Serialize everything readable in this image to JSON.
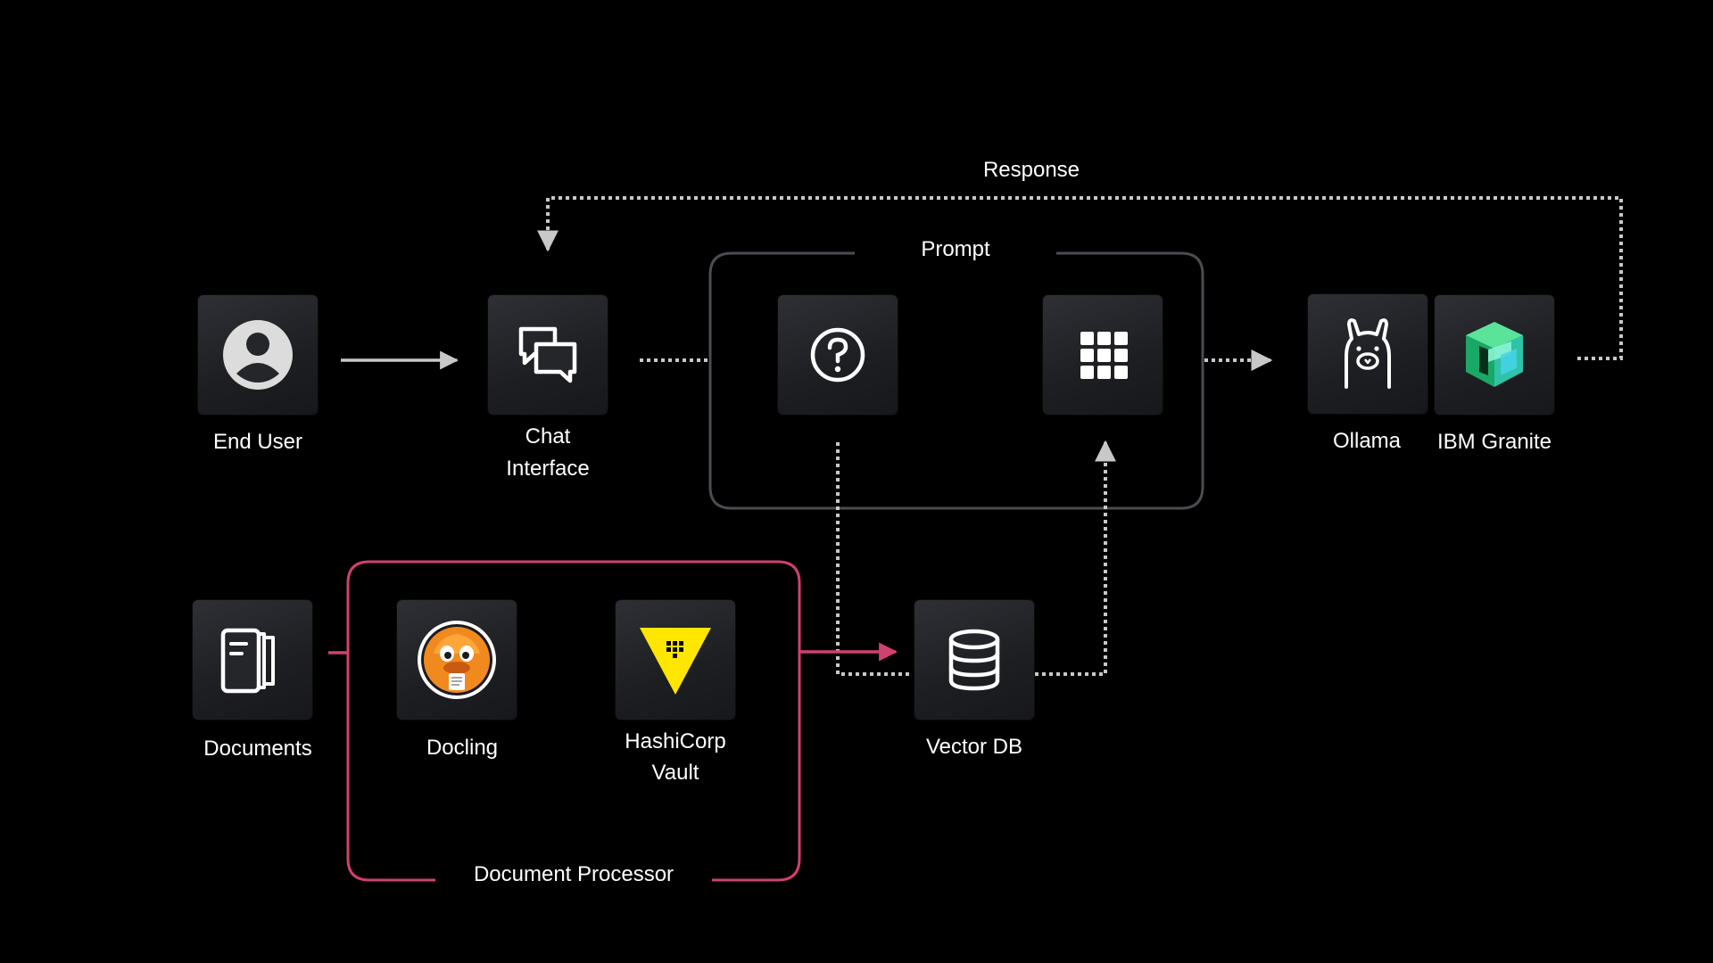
{
  "nodes": {
    "end_user": {
      "label": "End User",
      "icon": "user-avatar-icon"
    },
    "chat_interface": {
      "label_line1": "Chat",
      "label_line2": "Interface",
      "icon": "chat-bubbles-icon"
    },
    "question": {
      "icon": "question-mark-icon"
    },
    "grid": {
      "icon": "grid-icon"
    },
    "ollama": {
      "label": "Ollama",
      "icon": "llama-icon"
    },
    "ibm_granite": {
      "label": "IBM Granite",
      "icon": "granite-cube-icon"
    },
    "documents": {
      "label": "Documents",
      "icon": "documents-icon"
    },
    "docling": {
      "label": "Docling",
      "icon": "docling-duck-icon"
    },
    "hashicorp_vault": {
      "label_line1": "HashiCorp",
      "label_line2": "Vault",
      "icon": "vault-triangle-icon"
    },
    "vector_db": {
      "label": "Vector DB",
      "icon": "database-icon"
    }
  },
  "groups": {
    "prompt": {
      "label": "Prompt"
    },
    "document_processor": {
      "label": "Document Processor"
    }
  },
  "edges": {
    "response": {
      "label": "Response"
    }
  },
  "colors": {
    "background": "#000000",
    "tile": "#232428",
    "group_prompt_border": "#4a4c52",
    "group_processor_border": "#d0416f",
    "arrow_gray": "#c8c8c8",
    "arrow_pink": "#d0416f",
    "vault_yellow": "#ffe600"
  }
}
